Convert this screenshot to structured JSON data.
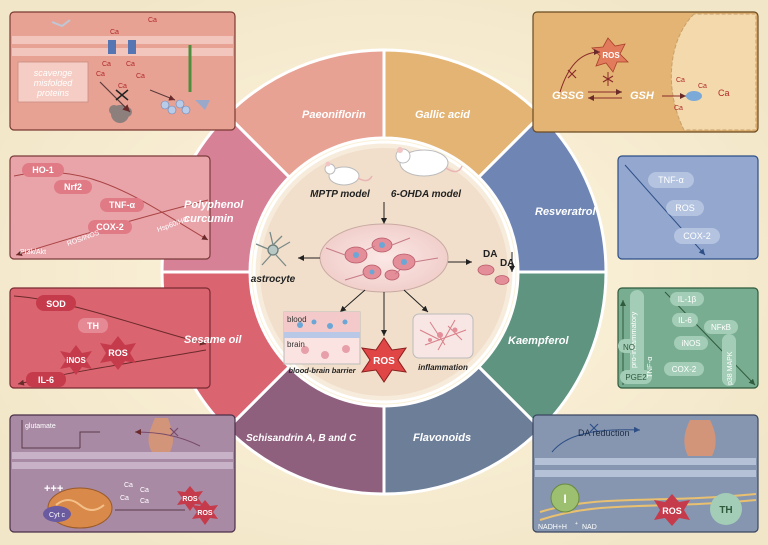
{
  "center": {
    "mptp": "MPTP model",
    "ohda": "6-OHDA model",
    "astrocyte": "astrocyte",
    "da1": "DA",
    "da2": "DA",
    "blood": "blood",
    "brain": "brain",
    "bbb": "blood-brain barrier",
    "ros": "ROS",
    "inflammation": "inflammation"
  },
  "ring": {
    "paeoniflorin": "Paeoniflorin",
    "gallic": "Gallic acid",
    "resveratrol": "Resveratrol",
    "kaempferol": "Kaempferol",
    "flavonoids": "Flavonoids",
    "schisandrin": "Schisandrin A, B and C",
    "sesame": "Sesame oil",
    "polyphenol1": "Polyphenol",
    "polyphenol2": "curcumin"
  },
  "panels": {
    "p1": {
      "ca1": "Ca",
      "ca2": "Ca",
      "ca3": "Ca",
      "ca4": "Ca",
      "ca5": "Ca",
      "ca6": "Ca",
      "ca7": "Ca",
      "sup": "2+",
      "misfold1": "scavenge",
      "misfold2": "misfolded",
      "misfold3": "proteins"
    },
    "p2": {
      "ho1": "HO-1",
      "nrf2": "Nrf2",
      "tnf": "TNF-α",
      "cox2": "COX-2",
      "hsp": "Hsp60/HO",
      "rosinos": "ROS/iNOS",
      "pi3k": "PI3k/Akt"
    },
    "p3": {
      "sod": "SOD",
      "th": "TH",
      "inos": "iNOS",
      "ros": "ROS",
      "il6": "IL-6"
    },
    "p4": {
      "glutamate": "glutamate",
      "plus": "+++",
      "ca1": "Ca",
      "ca2": "Ca",
      "ca3": "Ca",
      "ca4": "Ca",
      "sup": "2+",
      "ros1": "ROS",
      "ros2": "ROS",
      "cytc": "Cyt c"
    },
    "p5": {
      "ros": "ROS",
      "gssg": "GSSG",
      "gsh": "GSH",
      "ca1": "Ca",
      "ca2": "Ca",
      "ca3": "Ca",
      "ca4": "Ca",
      "sup": "2+"
    },
    "p6": {
      "tnf": "TNF-α",
      "ros": "ROS",
      "cox2": "COX-2"
    },
    "p7": {
      "proinf": "pro-inflammatory",
      "tnf": "TNF-α",
      "no": "NO",
      "pge2": "PGE2",
      "il1b": "IL-1β",
      "il6": "IL-6",
      "nfkb": "NFκB",
      "inos": "iNOS",
      "cox2": "COX-2",
      "p38": "p38 MAPK"
    },
    "p8": {
      "da": "DA reduction",
      "i": "I",
      "nadh": "NADH+H",
      "nad": "NAD",
      "plus": "+",
      "ros": "ROS",
      "th": "TH"
    }
  },
  "colors": {
    "paeoniflorin": "#e8a294",
    "gallic": "#e3b474",
    "resveratrol": "#6f86b5",
    "kaempferol": "#5f9480",
    "flavonoids": "#6d7e99",
    "schisandrin": "#8f5f7e",
    "sesame": "#db6471",
    "polyphenol": "#d78197"
  }
}
